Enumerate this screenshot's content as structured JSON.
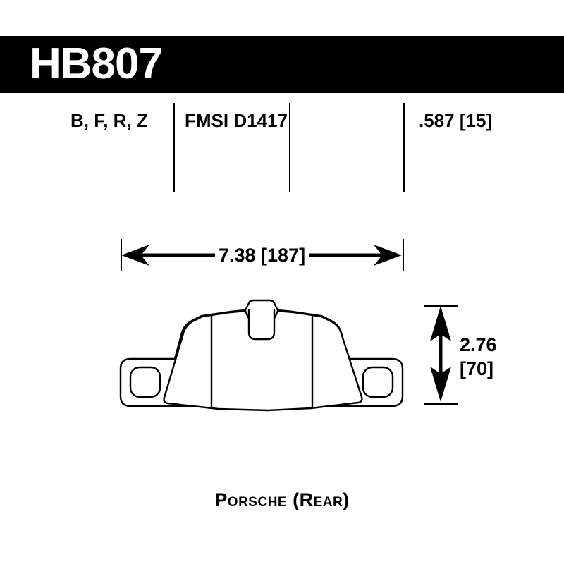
{
  "header": {
    "part_number": "HB807",
    "bar_color": "#000000",
    "text_color": "#ffffff"
  },
  "specs": {
    "compounds_label": "B, F, R, Z",
    "compounds": [
      "B",
      "F",
      "R",
      "Z"
    ],
    "fmsi_label": "FMSI D1417",
    "fmsi_prefix": "FMSI",
    "fmsi_number": "D1417",
    "thickness_label": ".587 [15]",
    "thickness_inch": ".587",
    "thickness_mm": "[15]"
  },
  "dimensions": {
    "width_label": "7.38  [187]",
    "width_inch": "7.38",
    "width_mm": "[187]",
    "height_label": "2.76\n[70]",
    "height_inch": "2.76",
    "height_mm": "[70]"
  },
  "caption": {
    "text": "Porsche (Rear)",
    "vehicle": "Porsche",
    "position": "(Rear)"
  },
  "drawing": {
    "name": "brake-pad-outline",
    "stroke_color": "#000000",
    "fill_color": "#ffffff"
  }
}
